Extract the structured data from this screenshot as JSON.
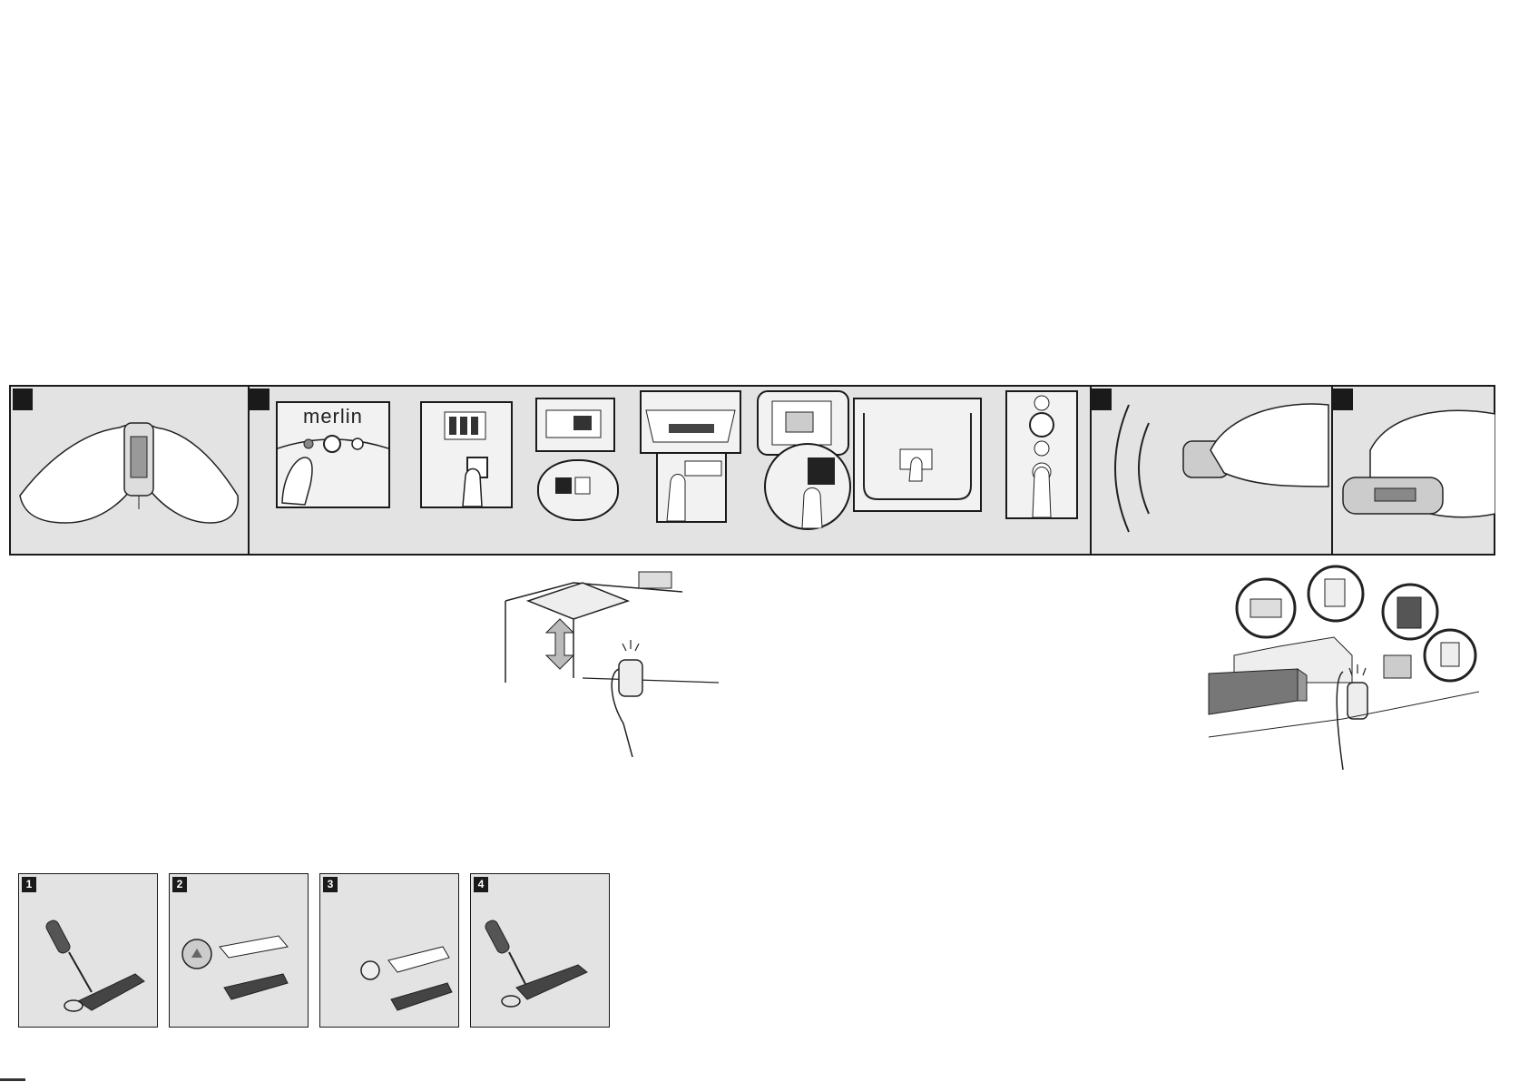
{
  "panel_strip": {
    "brand_label": "merlin",
    "step_badges": [
      "",
      "",
      "",
      ""
    ]
  },
  "battery_cards": {
    "steps": [
      "1",
      "2",
      "3",
      "4"
    ]
  },
  "icons": {
    "recycle": "recycle-icon",
    "screwdriver": "screwdriver-icon",
    "remote": "remote-control-icon",
    "garage": "garage-door-icon",
    "gate": "gate-icon"
  }
}
